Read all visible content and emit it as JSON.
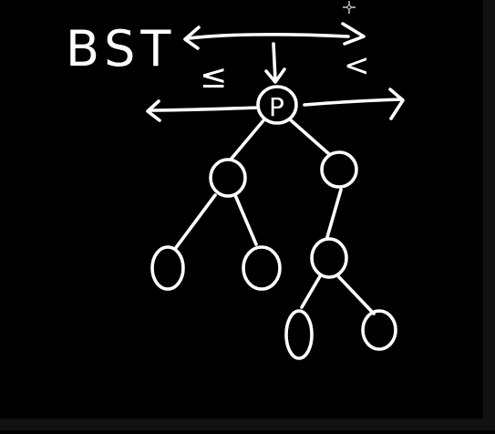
{
  "board": {
    "title": "BST",
    "left_label": "≤",
    "right_label": "<",
    "root_label": "P",
    "ink_color": "#ffffff",
    "background_color": "#000000"
  },
  "tree": {
    "root": "P",
    "nodes": [
      "P",
      "L",
      "R",
      "LL",
      "LR",
      "RL",
      "RLL",
      "RLR"
    ],
    "edges": [
      [
        "P",
        "L"
      ],
      [
        "P",
        "R"
      ],
      [
        "L",
        "LL"
      ],
      [
        "L",
        "LR"
      ],
      [
        "R",
        "RL"
      ],
      [
        "RL",
        "RLL"
      ],
      [
        "RL",
        "RLR"
      ]
    ]
  },
  "icons": {
    "cursor": "crosshair-cursor-icon"
  }
}
